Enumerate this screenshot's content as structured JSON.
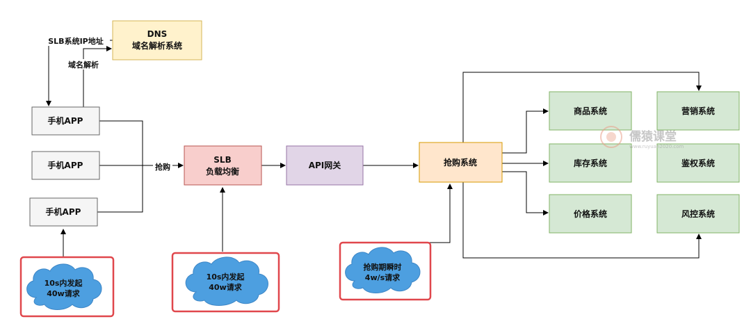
{
  "nodes": {
    "dns": {
      "line1": "DNS",
      "line2": "域名解析系统",
      "fill": "#fff2cc",
      "stroke": "#d6b656"
    },
    "phone1": {
      "label": "手机APP",
      "fill": "#f5f5f5",
      "stroke": "#666666"
    },
    "phone2": {
      "label": "手机APP",
      "fill": "#f5f5f5",
      "stroke": "#666666"
    },
    "phone3": {
      "label": "手机APP",
      "fill": "#f5f5f5",
      "stroke": "#666666"
    },
    "slb": {
      "line1": "SLB",
      "line2": "负载均衡",
      "fill": "#f8cecc",
      "stroke": "#b85450"
    },
    "api": {
      "label": "API网关",
      "fill": "#e1d5e7",
      "stroke": "#9673a6"
    },
    "flash": {
      "label": "抢购系统",
      "fill": "#ffe6cc",
      "stroke": "#d79b00"
    },
    "goods": {
      "label": "商品系统"
    },
    "stock": {
      "label": "库存系统"
    },
    "price": {
      "label": "价格系统"
    },
    "marketing": {
      "label": "营销系统"
    },
    "auth": {
      "label": "鉴权系统"
    },
    "risk": {
      "label": "风控系统"
    },
    "service_fill": "#d5e8d4",
    "service_stroke": "#82b366"
  },
  "edge_labels": {
    "slb_ip": "SLB系统IP地址",
    "domain_resolve": "域名解析",
    "flash_buy": "抢购"
  },
  "clouds": {
    "cloud1": {
      "line1": "10s内发起",
      "line2": "40w请求"
    },
    "cloud2": {
      "line1": "10s内发起",
      "line2": "40w请求"
    },
    "cloud3": {
      "line1": "抢购期瞬时",
      "line2": "4w/s请求"
    },
    "fill": "#4d9fe0",
    "frame_color": "#e0474c"
  },
  "watermark": {
    "name": "儒猿课堂",
    "url": "www.ruyuan2020.com"
  }
}
